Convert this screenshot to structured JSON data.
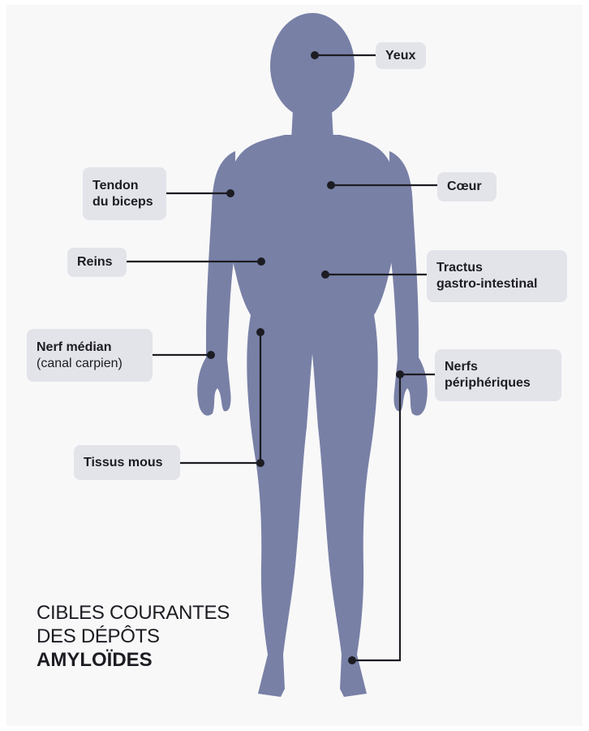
{
  "colors": {
    "background": "#f8f8f9",
    "body": "#7880a6",
    "label_bg": "#e3e4ea",
    "line": "#1c1c22"
  },
  "labels": {
    "yeux": "Yeux",
    "coeur": "Cœur",
    "tendon_line1": "Tendon",
    "tendon_line2": "du biceps",
    "reins": "Reins",
    "tractus_line1": "Tractus",
    "tractus_line2": "gastro-intestinal",
    "nerf_median_line1": "Nerf médian",
    "nerf_median_line2": "(canal carpien)",
    "nerfs_line1": "Nerfs",
    "nerfs_line2": "périphériques",
    "tissus_mous": "Tissus mous"
  },
  "title": {
    "line1": "CIBLES COURANTES",
    "line2": "DES DÉPÔTS",
    "line3": "AMYLOÏDES"
  }
}
